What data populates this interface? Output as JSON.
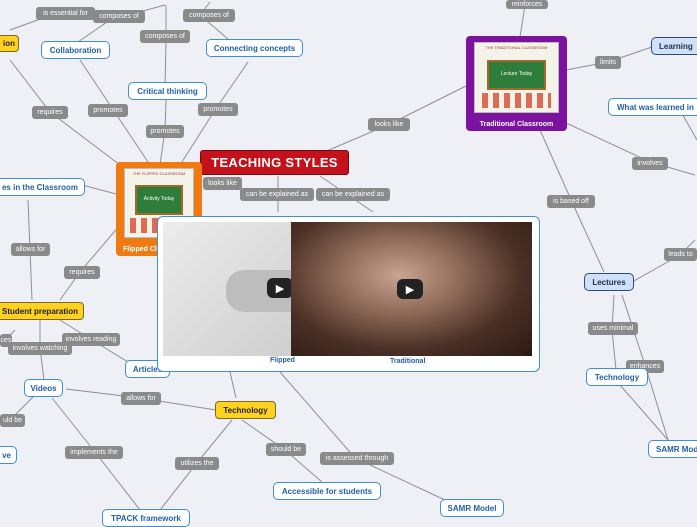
{
  "title": "TEACHING STYLES",
  "nodes": {
    "collaboration": "Collaboration",
    "critical_thinking": "Critical thinking",
    "connecting_concepts": "Connecting concepts",
    "roles_in_classroom": "es in the Classroom",
    "student_preparation": "Student preparation",
    "articles": "Articles",
    "videos": "Videos",
    "technology_center": "Technology",
    "accessible_for_students": "Accessible for students",
    "samr_model_bottom": "SAMR Model",
    "track_framework": "TPACK framework",
    "lectures": "Lectures",
    "technology_right": "Technology",
    "samr_model_right": "SAMR Mod",
    "what_was_learned": "What was learned in",
    "learning": "Learning",
    "flipped_classroom": "Flipped Cla",
    "traditional_classroom": "Traditional Classroom",
    "left_top_fragment": "ion",
    "left_mid_fragment": "ve"
  },
  "labels": {
    "is_essential_for": "is essential for",
    "composes_of_1": "composes of",
    "composes_of_2": "composes of",
    "composes_of_3": "composes of",
    "requires_1": "requires",
    "promotes_1": "promotes",
    "promotes_2": "promotes",
    "promotes_3": "promotes",
    "looks_like_1": "looks like",
    "looks_like_2": "looks like",
    "can_be_explained_as_1": "can be explained as",
    "can_be_explained_as_2": "can be explained as",
    "reinforces": "reinforces",
    "limits": "limits",
    "involves_right": "involves",
    "is_based_off": "is based off",
    "leads_to": "leads to",
    "uses_minimal": "uses minimal",
    "enhances": "enhances",
    "allows_for_1": "allows for",
    "requires_2": "requires",
    "involves_reading": "involves reading",
    "involves_watching": "involves watching",
    "allows_for_2": "allows for",
    "implements_the": "implements the",
    "utilizes_the": "utilizes the",
    "should_be": "should be",
    "is_assessed_through": "is assessed through",
    "should_be_left": "uld be",
    "ces_fragment": "ces"
  },
  "images": {
    "traditional_header": "THE TRADITIONAL CLASSROOM",
    "traditional_board": "Lecture Today",
    "flipped_header": "THE FLIPPED CLASSROOM",
    "flipped_board": "Activity Today"
  },
  "videos": {
    "flipped_caption": "Flipped",
    "traditional_caption": "Traditional"
  },
  "colors": {
    "title_red": "#c4121d",
    "traditional_purple": "#7b12a0",
    "flipped_orange": "#f07a12",
    "node_border_blue": "#3f8fd6",
    "yellow_node": "#ffd21f",
    "label_gray": "#8a8a8a"
  },
  "icons": {
    "play": "play-icon"
  }
}
